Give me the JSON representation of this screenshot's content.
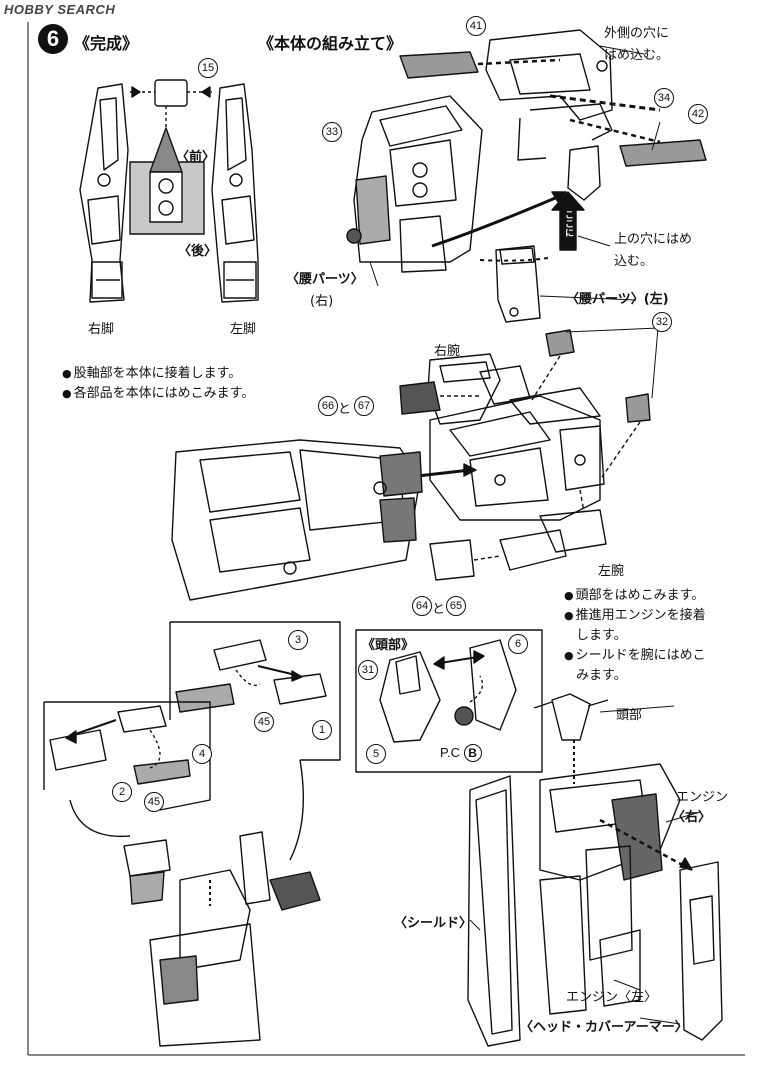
{
  "watermark": {
    "text": "HOBBY SEARCH"
  },
  "step": {
    "number": "6",
    "title": "《完成》"
  },
  "section_title": "《本体の組み立て》",
  "parts": {
    "p41": "41",
    "p34": "34",
    "p42": "42",
    "p33": "33",
    "p15": "15",
    "p32": "32",
    "p66": "66",
    "p67": "67",
    "p64": "64",
    "p65": "65",
    "p3": "3",
    "p1": "1",
    "p45a": "45",
    "p4": "4",
    "p2": "2",
    "p45b": "45",
    "p31": "31",
    "p6": "6",
    "p5": "5"
  },
  "labels": {
    "front": "〈前〉",
    "back": "〈後〉",
    "right_leg": "右脚",
    "left_leg": "左脚",
    "outer_hole_1": "外側の穴に",
    "outer_hole_2": "はめ込む。",
    "upper_hole_1": "上の穴にはめ",
    "upper_hole_2": "込む。",
    "waist_right_1": "〈腰パーツ〉",
    "waist_right_2": "(右)",
    "waist_left": "〈腰パーツ〉(左)",
    "right_arm": "右腕",
    "left_arm": "左腕",
    "and_1": "と",
    "and_2": "と",
    "head_section": "《頭部》",
    "pc_b": "P.C",
    "pc_b_letter": "B",
    "head": "頭部",
    "engine_right_1": "エンジン",
    "engine_right_2": "〈右〉",
    "engine_left": "エンジン〈左〉",
    "shield": "〈シールド〉",
    "head_cover": "〈ヘッド・カバーアーマー〉",
    "vertical_tag": "ここに"
  },
  "instructions_1": [
    "股軸部を本体に接着します。",
    "各部品を本体にはめこみます。"
  ],
  "instructions_2": [
    "頭部をはめこみます。",
    "推進用エンジンを接着",
    "します。",
    "シールドを腕にはめこ",
    "みます。"
  ]
}
